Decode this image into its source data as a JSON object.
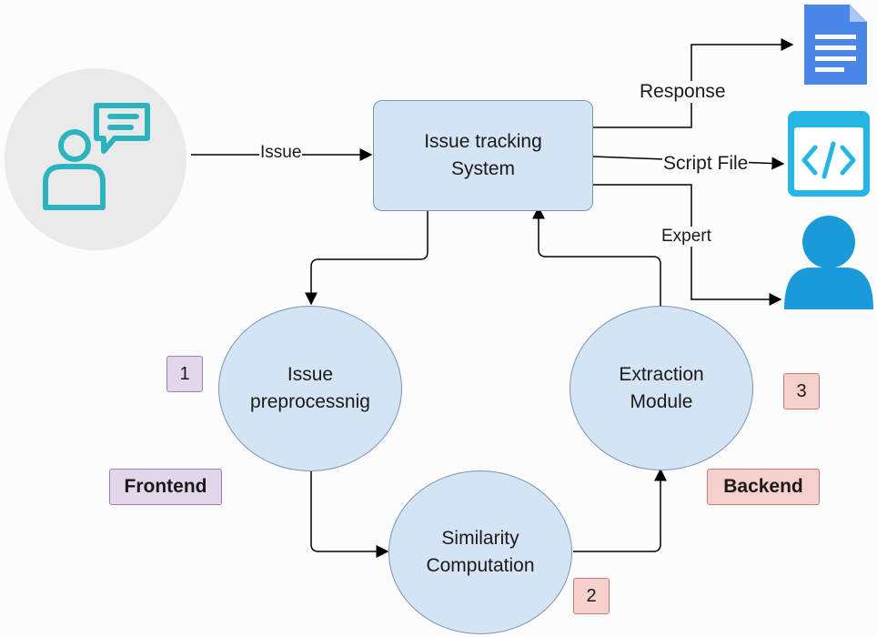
{
  "colors": {
    "node_fill": "#d5e4f4",
    "node_stroke": "#7a94b4",
    "frontend_fill": "#e1d6ea",
    "backend_fill": "#f6d0cc",
    "doc_icon": "#4a86e8",
    "code_icon": "#26b6e6",
    "user_icon": "#1a9ad9",
    "client_icon": "#2bb3bf"
  },
  "icons": {
    "client": "user-chat-icon",
    "response": "document-icon",
    "script": "code-file-icon",
    "expert": "user-icon"
  },
  "nodes": {
    "issue_tracking": {
      "line1": "Issue tracking",
      "line2": "System"
    },
    "preprocessing": {
      "line1": "Issue",
      "line2": "preprocessnig"
    },
    "similarity": {
      "line1": "Similarity",
      "line2": "Computation"
    },
    "extraction": {
      "line1": "Extraction",
      "line2": "Module"
    }
  },
  "edges": {
    "issue": "Issue",
    "response": "Response",
    "script_file": "Script File",
    "expert": "Expert"
  },
  "badges": {
    "one": "1",
    "two": "2",
    "three": "3"
  },
  "tags": {
    "frontend": "Frontend",
    "backend": "Backend"
  }
}
